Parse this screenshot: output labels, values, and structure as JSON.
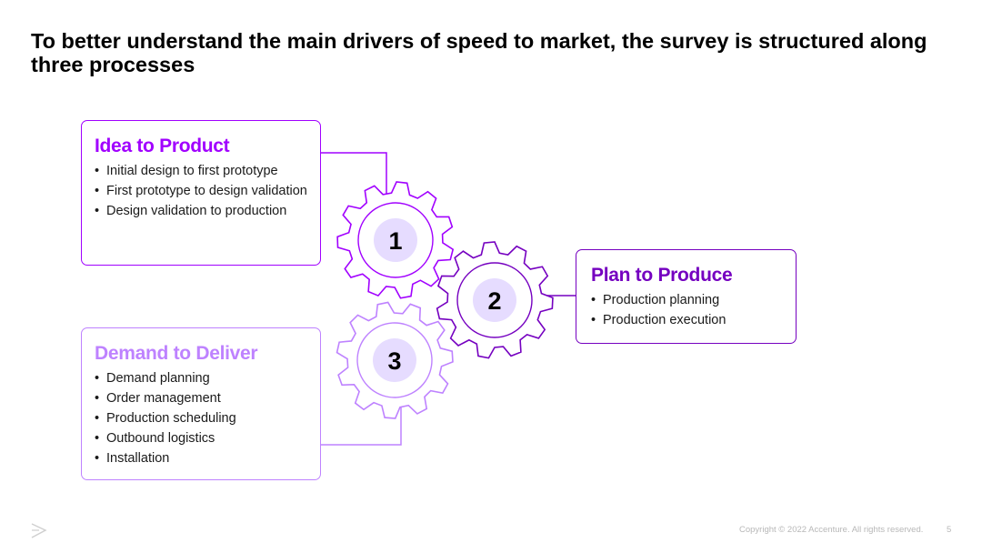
{
  "title": "To better understand the main drivers of speed to market, the survey is structured along three processes",
  "boxes": {
    "idea": {
      "heading": "Idea to Product",
      "items": [
        "Initial design to first prototype",
        "First prototype to design validation",
        "Design validation to production"
      ]
    },
    "plan": {
      "heading": "Plan to Produce",
      "items": [
        "Production planning",
        "Production execution"
      ]
    },
    "demand": {
      "heading": "Demand to Deliver",
      "items": [
        "Demand planning",
        "Order management",
        "Production scheduling",
        "Outbound logistics",
        "Installation"
      ]
    }
  },
  "gears": [
    {
      "label": "1",
      "color": "#a100ff"
    },
    {
      "label": "2",
      "color": "#7500c0"
    },
    {
      "label": "3",
      "color": "#be82ff"
    }
  ],
  "footer": {
    "copyright": "Copyright © 2022 Accenture. All rights reserved.",
    "page": "5"
  },
  "colors": {
    "purple_bright": "#a100ff",
    "purple_dark": "#7500c0",
    "purple_light": "#be82ff",
    "gear_fill": "#e6dcff"
  }
}
